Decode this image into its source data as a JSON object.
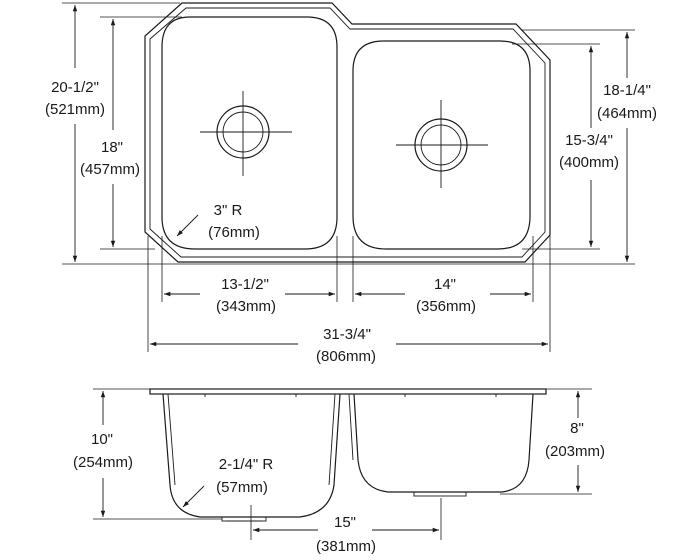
{
  "top_view": {
    "overall_depth": {
      "imperial": "20-1/2\"",
      "metric": "(521mm)"
    },
    "left_bowl_depth": {
      "imperial": "18\"",
      "metric": "(457mm)"
    },
    "right_bowl_depth_outer": {
      "imperial": "18-1/4\"",
      "metric": "(464mm)"
    },
    "right_bowl_depth_inner": {
      "imperial": "15-3/4\"",
      "metric": "(400mm)"
    },
    "corner_radius": {
      "imperial": "3\" R",
      "metric": "(76mm)"
    },
    "left_bowl_width": {
      "imperial": "13-1/2\"",
      "metric": "(343mm)"
    },
    "right_bowl_width": {
      "imperial": "14\"",
      "metric": "(356mm)"
    },
    "overall_width": {
      "imperial": "31-3/4\"",
      "metric": "(806mm)"
    }
  },
  "side_view": {
    "left_bowl_depth": {
      "imperial": "10\"",
      "metric": "(254mm)"
    },
    "right_bowl_depth": {
      "imperial": "8\"",
      "metric": "(203mm)"
    },
    "bottom_radius": {
      "imperial": "2-1/4\" R",
      "metric": "(57mm)"
    },
    "drain_spacing": {
      "imperial": "15\"",
      "metric": "(381mm)"
    }
  }
}
